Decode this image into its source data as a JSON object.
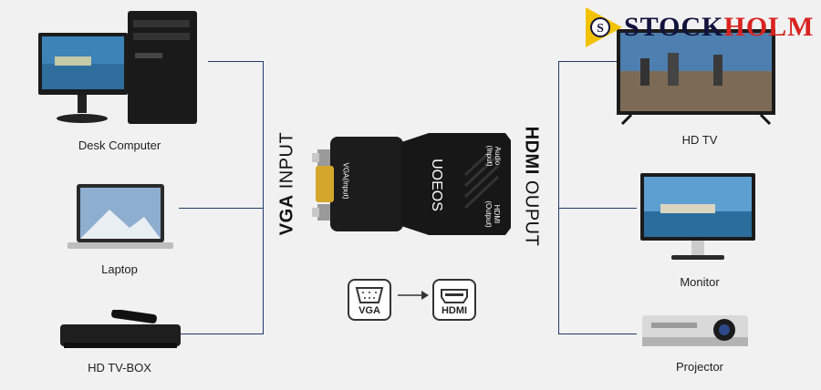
{
  "brand": {
    "name_part1": "STOCK",
    "name_part2": "HOLM",
    "badge_letter": "S"
  },
  "inputs": [
    {
      "label": "Desk Computer"
    },
    {
      "label": "Laptop"
    },
    {
      "label": "HD TV-BOX"
    }
  ],
  "outputs": [
    {
      "label": "HD TV"
    },
    {
      "label": "Monitor"
    },
    {
      "label": "Projector"
    }
  ],
  "vga_input_text": {
    "bold": "VGA",
    "light": " INPUT"
  },
  "hdmi_output_text": {
    "bold": "HDMI",
    "light": " OUPUT"
  },
  "adapter": {
    "brand": "UOEOS",
    "vga_port": "VGA",
    "vga_port_sub": "(Input)",
    "audio_port": "Audio",
    "audio_port_sub": "(Input)",
    "hdmi_port": "HDMI",
    "hdmi_port_sub": "(Output)"
  },
  "conversion": {
    "from_label": "VGA",
    "to_label": "HDMI"
  },
  "colors": {
    "line": "#1f3b6b",
    "brand_dark": "#11133d",
    "brand_red": "#d8231f",
    "badge_yellow": "#f2c200"
  }
}
